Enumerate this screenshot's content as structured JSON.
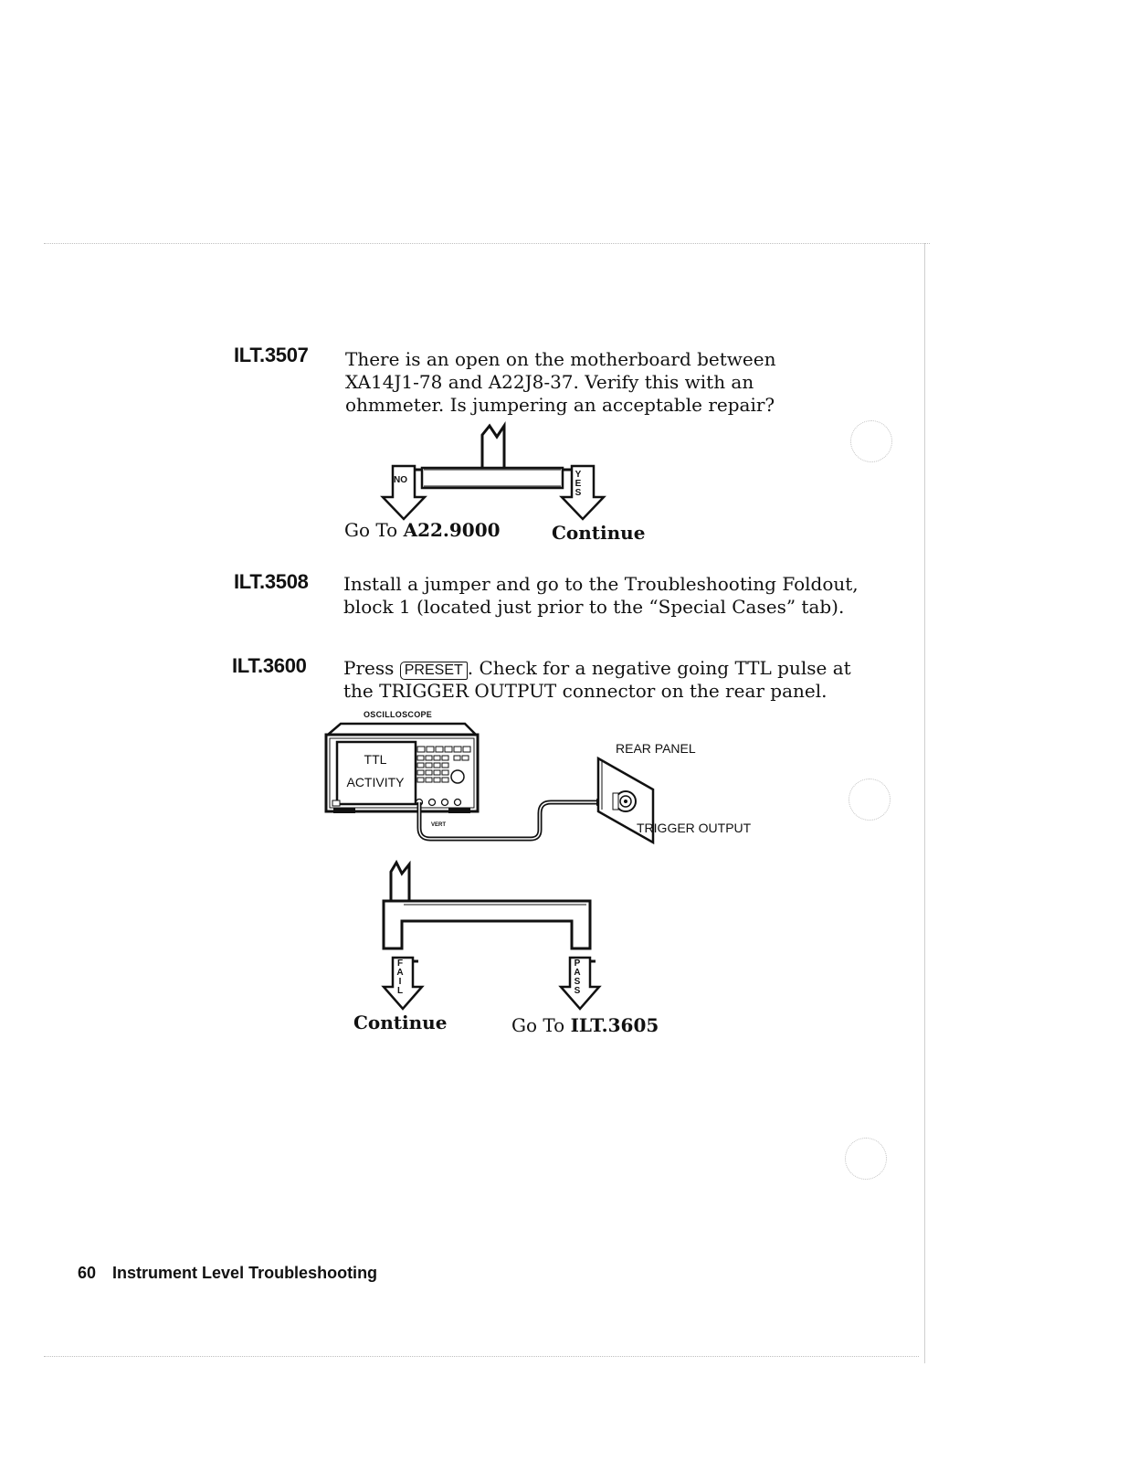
{
  "steps": [
    {
      "id": "ILT.3507",
      "lines": [
        "There is an open on the motherboard between",
        "XA14J1-78 and A22J8-37. Verify this with an",
        "ohmmeter. Is jumpering an acceptable repair?"
      ],
      "branches": {
        "left_arrow": "NO",
        "right_arrow": "YES",
        "left_caption_prefix": "Go To",
        "left_caption_target": "A22.9000",
        "right_caption": "Continue"
      }
    },
    {
      "id": "ILT.3508",
      "lines": [
        "Install a jumper and go to the Troubleshooting Foldout,",
        "block 1 (located just prior to the “Special Cases” tab)."
      ]
    },
    {
      "id": "ILT.3600",
      "line1_before_key": "Press",
      "key_label": "PRESET",
      "line1_after_key": ". Check for a negative going TTL pulse at",
      "line2": "the TRIGGER OUTPUT connector on the rear panel.",
      "illustration": {
        "scope_label": "OSCILLOSCOPE",
        "screen_line1": "TTL",
        "screen_line2": "ACTIVITY",
        "input_label": "VERT",
        "panel_label": "REAR PANEL",
        "connector_label": "TRIGGER OUTPUT"
      },
      "branches": {
        "left_arrow": "FAIL",
        "right_arrow": "PASS",
        "left_caption": "Continue",
        "right_caption_prefix": "Go To",
        "right_caption_target": "ILT.3605"
      }
    }
  ],
  "footer": {
    "page_number": "60",
    "section": "Instrument Level Troubleshooting"
  }
}
